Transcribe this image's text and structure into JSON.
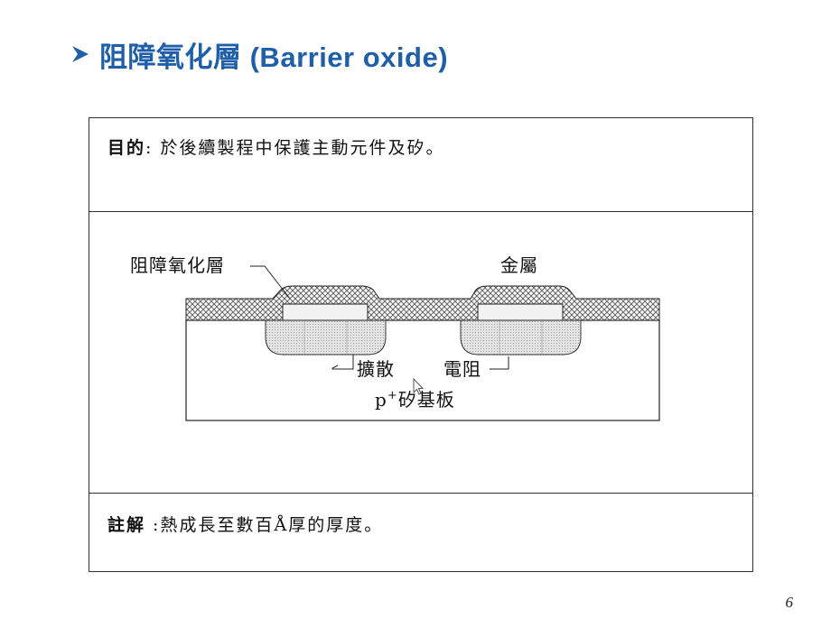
{
  "title": {
    "text": "阻障氧化層 (Barrier oxide)",
    "color": "#1f5ea8"
  },
  "purpose": {
    "label": "目的",
    "separator": ": ",
    "text": "於後續製程中保護主動元件及矽。"
  },
  "diagram": {
    "label_barrier_oxide": "阻障氧化層",
    "label_metal": "金屬",
    "label_diffusion": "擴散",
    "label_resistor": "電阻",
    "label_p": "p",
    "label_p_sup": "+",
    "label_substrate": "矽基板"
  },
  "note": {
    "label": "註解",
    "separator": " :",
    "text": "熱成長至數百Å厚的厚度。"
  },
  "page_number": "6"
}
